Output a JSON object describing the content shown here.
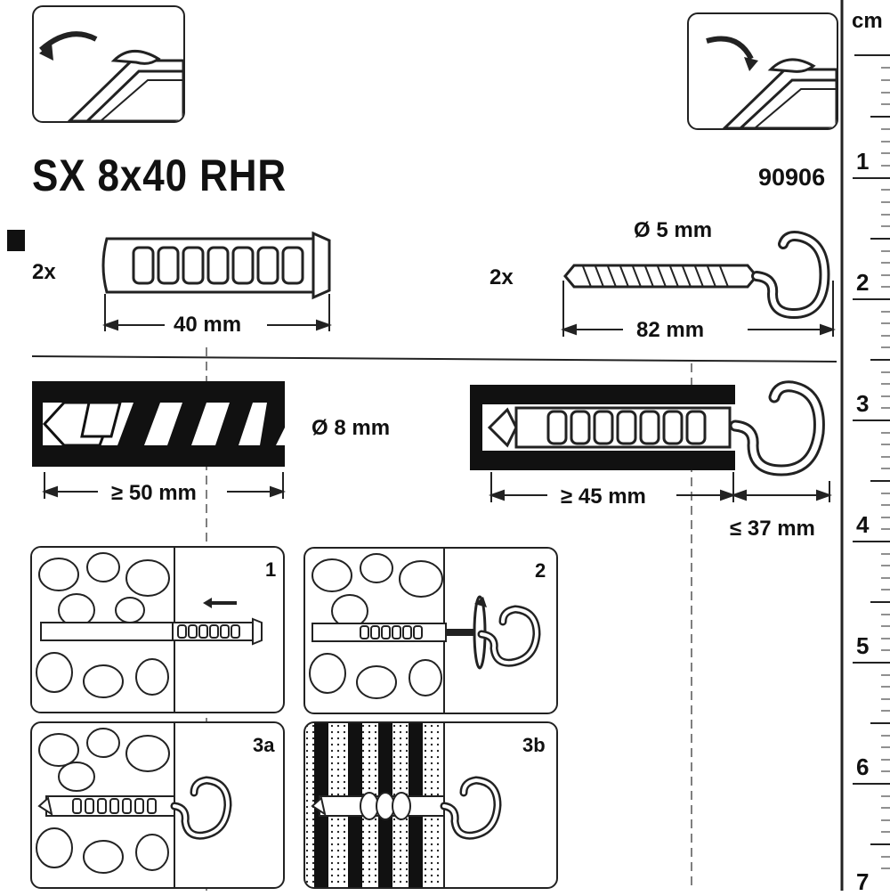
{
  "header": {
    "product_code": "SX 8x40 RHR",
    "article_number": "90906"
  },
  "contents": {
    "plug_quantity": "2x",
    "plug_length": "40 mm",
    "hook_quantity": "2x",
    "hook_diameter": "Ø 5 mm",
    "hook_length": "82 mm"
  },
  "drilling": {
    "hole_diameter": "Ø 8 mm",
    "min_hole_depth": "≥ 50 mm",
    "min_anchor_depth": "≥ 45 mm",
    "max_projection": "≤ 37 mm"
  },
  "steps": [
    {
      "label": "1"
    },
    {
      "label": "2"
    },
    {
      "label": "3a"
    },
    {
      "label": "3b"
    }
  ],
  "ruler": {
    "unit": "cm",
    "marks": [
      "1",
      "2",
      "3",
      "4",
      "5",
      "6",
      "7"
    ]
  }
}
